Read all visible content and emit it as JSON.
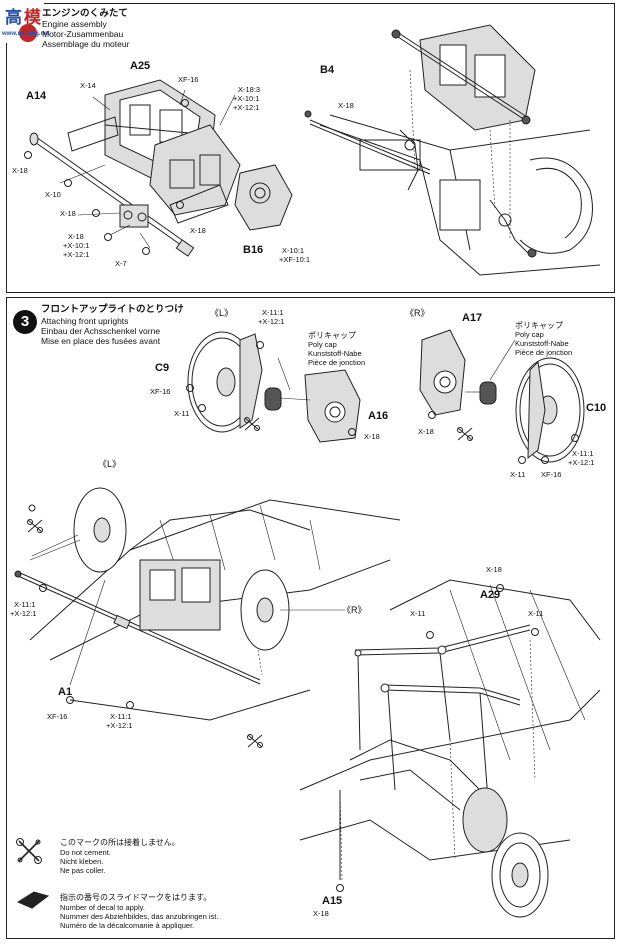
{
  "watermark": {
    "site": "www.moxing.net"
  },
  "step2": {
    "header": {
      "jp": "エンジンのくみたて",
      "en": "Engine assembly",
      "de": "Motor-Zusammenbau",
      "fr": "Assemblage du moteur"
    },
    "parts": {
      "a25": "A25",
      "a14": "A14",
      "b4": "B4",
      "b16": "B16"
    },
    "screws": {
      "x14": "X-14",
      "xf16": "XF-16",
      "x18_3": "X-18:3",
      "x10_1a": "+X-10:1",
      "x12_1a": "+X-12:1",
      "x18a": "X-18",
      "x10": "X-10",
      "x18b": "X-18",
      "x18c": "X-18",
      "x10_1b": "+X-10:1",
      "x12_1b": "+X-12:1",
      "x7": "X-7",
      "x18d": "X-18",
      "x18e": "X-18",
      "x10_1c": "X-10:1",
      "xf10_1": "+XF-10:1"
    }
  },
  "step3": {
    "number": "3",
    "header": {
      "jp": "フロントアップライトのとりつけ",
      "en": "Attaching front uprights",
      "de": "Einbau der Achsschenkel vorne",
      "fr": "Mise en place des fusées avant"
    },
    "left_tag": "《L》",
    "right_tag": "《R》",
    "left_tag2": "《L》",
    "right_tag2": "《R》",
    "polycap_left": {
      "jp": "ポリキャップ",
      "en": "Poly cap",
      "de": "Kunststoff-Nabe",
      "fr": "Pièce de jonction"
    },
    "polycap_right": {
      "jp": "ポリキャップ",
      "en": "Poly cap",
      "de": "Kunststoff-Nabe",
      "fr": "Pièce de jonction"
    },
    "parts": {
      "c9": "C9",
      "a16": "A16",
      "a17": "A17",
      "c10": "C10",
      "a1": "A1",
      "a29": "A29",
      "a15": "A15"
    },
    "screws": {
      "x11_1a": "X-11:1",
      "x12_1a": "+X-12:1",
      "xf16a": "XF-16",
      "x11a": "X-11",
      "x18a": "X-18",
      "x18b": "X-18",
      "x11_1b": "X-11:1",
      "x12_1b": "+X-12:1",
      "x11b": "X-11",
      "xf16b": "XF-16",
      "x11_1c": "X-11:1",
      "x12_1c": "+X-12:1",
      "xf16c": "XF-16",
      "x11_1d": "X-11:1",
      "x12_1d": "+X-12:1",
      "x18c": "X-18",
      "x11c": "X-11",
      "x11d": "X-11",
      "x18d": "X-18"
    }
  },
  "legend": {
    "nocement": {
      "jp": "このマークの所は接着しません。",
      "en": "Do not cement.",
      "de": "Nicht kleben.",
      "fr": "Ne pas coller."
    },
    "decal": {
      "jp": "指示の番号のスライドマークをはります。",
      "en": "Number of decal to apply.",
      "de": "Nummer des Abziehbildes, das anzubringen ist.",
      "fr": "Numéro de la décalcomanie à appliquer."
    }
  }
}
